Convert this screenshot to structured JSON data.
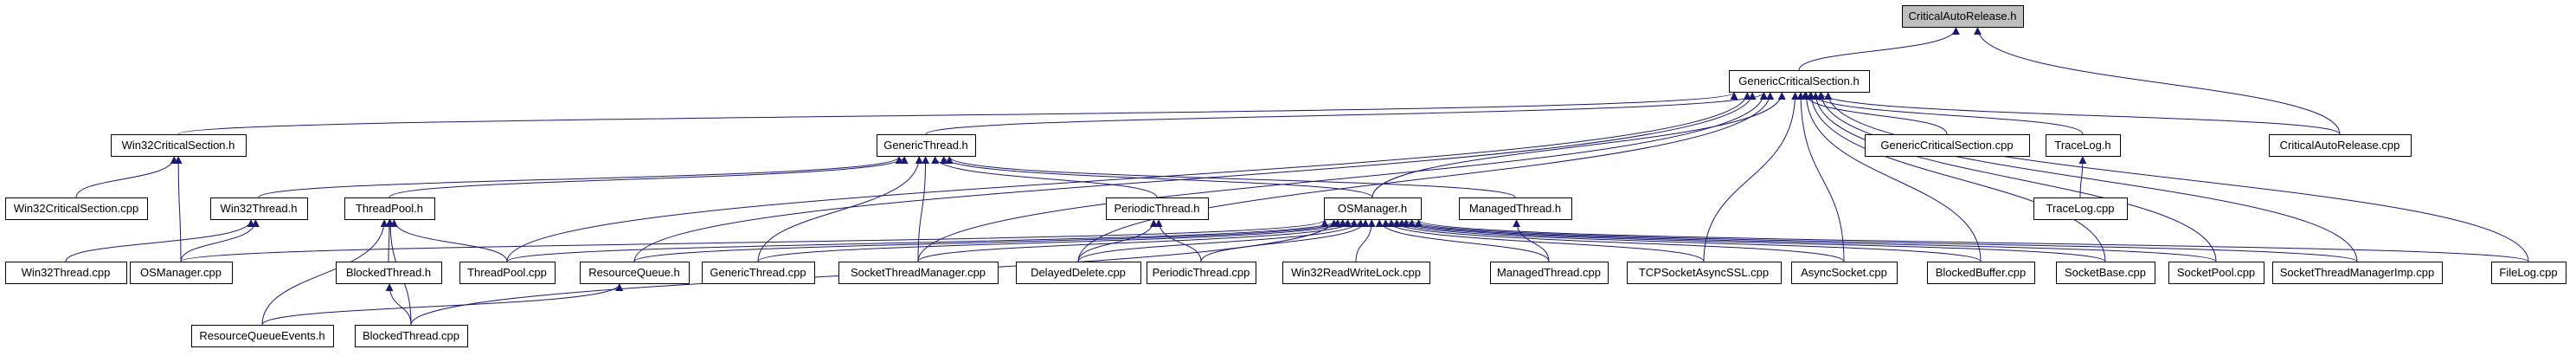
{
  "colors": {
    "edge": "#191970",
    "root_fill": "#bfbfbf",
    "node_fill": "#ffffff",
    "border": "#000000"
  },
  "nodes": [
    {
      "id": "car_h",
      "label": "CriticalAutoRelease.h",
      "root": true
    },
    {
      "id": "gcs_h",
      "label": "GenericCriticalSection.h"
    },
    {
      "id": "w32cs_h",
      "label": "Win32CriticalSection.h"
    },
    {
      "id": "gt_h",
      "label": "GenericThread.h"
    },
    {
      "id": "gcs_cpp",
      "label": "GenericCriticalSection.cpp"
    },
    {
      "id": "tl_h",
      "label": "TraceLog.h"
    },
    {
      "id": "car_cpp",
      "label": "CriticalAutoRelease.cpp"
    },
    {
      "id": "w32cs_cpp",
      "label": "Win32CriticalSection.cpp"
    },
    {
      "id": "w32t_h",
      "label": "Win32Thread.h"
    },
    {
      "id": "tp_h",
      "label": "ThreadPool.h"
    },
    {
      "id": "pt_h",
      "label": "PeriodicThread.h"
    },
    {
      "id": "osm_h",
      "label": "OSManager.h"
    },
    {
      "id": "mt_h",
      "label": "ManagedThread.h"
    },
    {
      "id": "tl_cpp",
      "label": "TraceLog.cpp"
    },
    {
      "id": "w32t_cpp",
      "label": "Win32Thread.cpp"
    },
    {
      "id": "osm_cpp",
      "label": "OSManager.cpp"
    },
    {
      "id": "bt_h",
      "label": "BlockedThread.h"
    },
    {
      "id": "tp_cpp",
      "label": "ThreadPool.cpp"
    },
    {
      "id": "rq_h",
      "label": "ResourceQueue.h"
    },
    {
      "id": "gt_cpp",
      "label": "GenericThread.cpp"
    },
    {
      "id": "stm_cpp",
      "label": "SocketThreadManager.cpp"
    },
    {
      "id": "dd_cpp",
      "label": "DelayedDelete.cpp"
    },
    {
      "id": "pt_cpp",
      "label": "PeriodicThread.cpp"
    },
    {
      "id": "w32rwl_cpp",
      "label": "Win32ReadWriteLock.cpp"
    },
    {
      "id": "mt_cpp",
      "label": "ManagedThread.cpp"
    },
    {
      "id": "tcpssl_cpp",
      "label": "TCPSocketAsyncSSL.cpp"
    },
    {
      "id": "as_cpp",
      "label": "AsyncSocket.cpp"
    },
    {
      "id": "bb_cpp",
      "label": "BlockedBuffer.cpp"
    },
    {
      "id": "sb_cpp",
      "label": "SocketBase.cpp"
    },
    {
      "id": "sp_cpp",
      "label": "SocketPool.cpp"
    },
    {
      "id": "stmi_cpp",
      "label": "SocketThreadManagerImp.cpp"
    },
    {
      "id": "fl_cpp",
      "label": "FileLog.cpp"
    },
    {
      "id": "rqe_h",
      "label": "ResourceQueueEvents.h"
    },
    {
      "id": "bt_cpp",
      "label": "BlockedThread.cpp"
    }
  ],
  "edges": [
    [
      "gcs_h",
      "car_h"
    ],
    [
      "car_cpp",
      "car_h"
    ],
    [
      "w32cs_h",
      "gcs_h"
    ],
    [
      "gt_h",
      "gcs_h"
    ],
    [
      "gcs_cpp",
      "gcs_h"
    ],
    [
      "tl_h",
      "gcs_h"
    ],
    [
      "car_cpp",
      "gcs_h"
    ],
    [
      "osm_h",
      "gcs_h"
    ],
    [
      "tp_cpp",
      "gcs_h"
    ],
    [
      "rq_h",
      "gcs_h"
    ],
    [
      "stm_cpp",
      "gcs_h"
    ],
    [
      "dd_cpp",
      "gcs_h"
    ],
    [
      "tcpssl_cpp",
      "gcs_h"
    ],
    [
      "as_cpp",
      "gcs_h"
    ],
    [
      "bb_cpp",
      "gcs_h"
    ],
    [
      "sb_cpp",
      "gcs_h"
    ],
    [
      "sp_cpp",
      "gcs_h"
    ],
    [
      "stmi_cpp",
      "gcs_h"
    ],
    [
      "fl_cpp",
      "gcs_h"
    ],
    [
      "w32cs_cpp",
      "w32cs_h"
    ],
    [
      "osm_cpp",
      "w32cs_h"
    ],
    [
      "w32t_h",
      "gt_h"
    ],
    [
      "tp_h",
      "gt_h"
    ],
    [
      "pt_h",
      "gt_h"
    ],
    [
      "osm_h",
      "gt_h"
    ],
    [
      "mt_h",
      "gt_h"
    ],
    [
      "gt_cpp",
      "gt_h"
    ],
    [
      "stm_cpp",
      "gt_h"
    ],
    [
      "tl_cpp",
      "tl_h"
    ],
    [
      "w32t_cpp",
      "w32t_h"
    ],
    [
      "osm_cpp",
      "w32t_h"
    ],
    [
      "bt_h",
      "tp_h"
    ],
    [
      "tp_cpp",
      "tp_h"
    ],
    [
      "rqe_h",
      "tp_h"
    ],
    [
      "bt_cpp",
      "tp_h"
    ],
    [
      "dd_cpp",
      "pt_h"
    ],
    [
      "pt_cpp",
      "pt_h"
    ],
    [
      "osm_cpp",
      "osm_h"
    ],
    [
      "tp_cpp",
      "osm_h"
    ],
    [
      "rq_h",
      "osm_h"
    ],
    [
      "gt_cpp",
      "osm_h"
    ],
    [
      "stm_cpp",
      "osm_h"
    ],
    [
      "dd_cpp",
      "osm_h"
    ],
    [
      "pt_cpp",
      "osm_h"
    ],
    [
      "w32rwl_cpp",
      "osm_h"
    ],
    [
      "mt_cpp",
      "osm_h"
    ],
    [
      "tcpssl_cpp",
      "osm_h"
    ],
    [
      "as_cpp",
      "osm_h"
    ],
    [
      "bb_cpp",
      "osm_h"
    ],
    [
      "sb_cpp",
      "osm_h"
    ],
    [
      "sp_cpp",
      "osm_h"
    ],
    [
      "stmi_cpp",
      "osm_h"
    ],
    [
      "fl_cpp",
      "osm_h"
    ],
    [
      "bt_cpp",
      "osm_h"
    ],
    [
      "mt_cpp",
      "mt_h"
    ],
    [
      "bt_cpp",
      "bt_h"
    ],
    [
      "rqe_h",
      "rq_h"
    ]
  ]
}
